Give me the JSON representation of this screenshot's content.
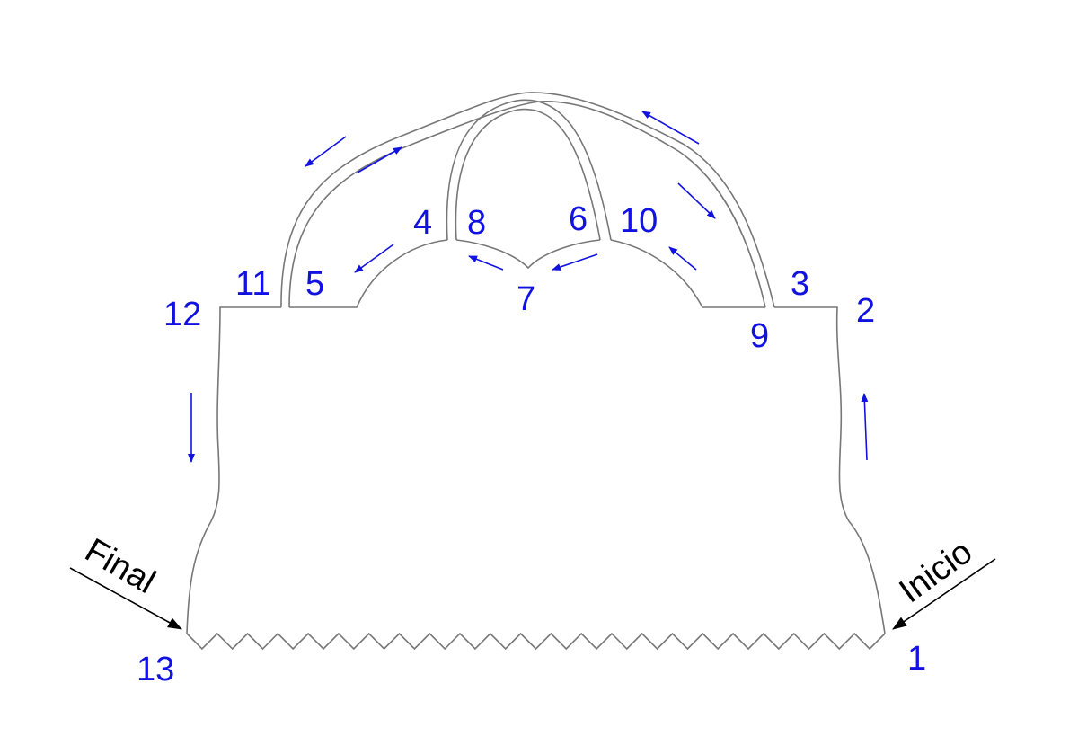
{
  "title": "Bag pattern stitching order diagram",
  "start_label": "Inicio",
  "end_label": "Final",
  "points": [
    "1",
    "2",
    "3",
    "4",
    "5",
    "6",
    "7",
    "8",
    "9",
    "10",
    "11",
    "12",
    "13"
  ],
  "colors": {
    "numbers": "#1212e0",
    "outline": "#777777",
    "start_end_arrows": "#000000"
  }
}
